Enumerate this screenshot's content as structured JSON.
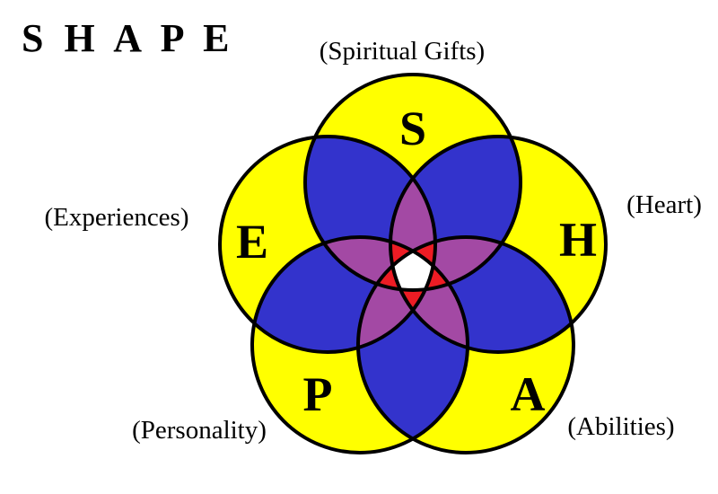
{
  "title": "S H A P E",
  "diagram": {
    "type": "venn-5-circle",
    "circles": [
      {
        "letter": "S",
        "label": "(Spiritual Gifts)"
      },
      {
        "letter": "H",
        "label": "(Heart)"
      },
      {
        "letter": "A",
        "label": "(Abilities)"
      },
      {
        "letter": "P",
        "label": "(Personality)"
      },
      {
        "letter": "E",
        "label": "(Experiences)"
      }
    ]
  },
  "colors": {
    "background": "#FFFFFF",
    "circle_fill": "#FFFF00",
    "overlap2": "#3333CC",
    "overlap3": "#A349A4",
    "overlap4": "#ED1C24",
    "center": "#FFFFFF",
    "outline": "#000000",
    "text": "#000000"
  }
}
